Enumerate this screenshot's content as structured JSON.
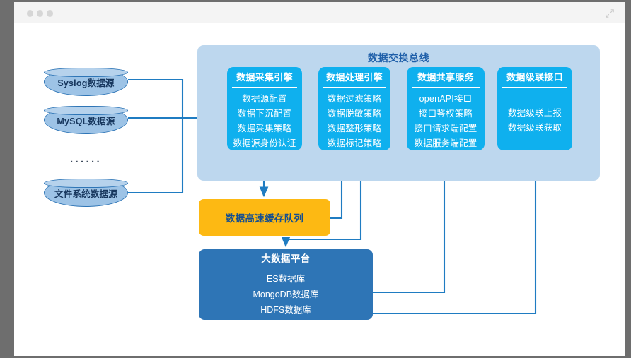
{
  "window": {
    "traffic_dots": [
      "close-dot",
      "minimize-dot",
      "maximize-dot"
    ],
    "expand_icon": "expand-arrows-icon"
  },
  "diagram": {
    "data_sources": {
      "items": [
        {
          "label": "Syslog数据源"
        },
        {
          "label": "MySQL数据源"
        },
        {
          "label": "文件系统数据源"
        }
      ],
      "ellipsis": "······"
    },
    "bus": {
      "title": "数据交换总线",
      "cards": [
        {
          "title": "数据采集引擎",
          "items": [
            "数据源配置",
            "数据下沉配置",
            "数据采集策略",
            "数据源身份认证"
          ]
        },
        {
          "title": "数据处理引擎",
          "items": [
            "数据过滤策略",
            "数据脱敏策略",
            "数据整形策略",
            "数据标记策略"
          ]
        },
        {
          "title": "数据共享服务",
          "items": [
            "openAPI接口",
            "接口鉴权策略",
            "接口请求端配置",
            "数据服务端配置"
          ]
        },
        {
          "title": "数据级联接口",
          "items": [
            "数据级联上报",
            "数据级联获取"
          ]
        }
      ]
    },
    "cache_queue": {
      "label": "数据高速缓存队列"
    },
    "big_data_platform": {
      "title": "大数据平台",
      "items": [
        "ES数据库",
        "MongoDB数据库",
        "HDFS数据库"
      ]
    },
    "colors": {
      "bus_container": "#bdd7ee",
      "bus_card": "#0fb0ee",
      "bus_title_text": "#1f5fa9",
      "cylinder_fill": "#9dc3e6",
      "cylinder_stroke": "#2e75b6",
      "cache_queue": "#fdb913",
      "cache_queue_text": "#17508f",
      "big_data_platform": "#2e75b6",
      "connector": "#1f7cc2",
      "titlebar": "#f4f4f4",
      "window_frame": "#6e6e6e"
    }
  }
}
